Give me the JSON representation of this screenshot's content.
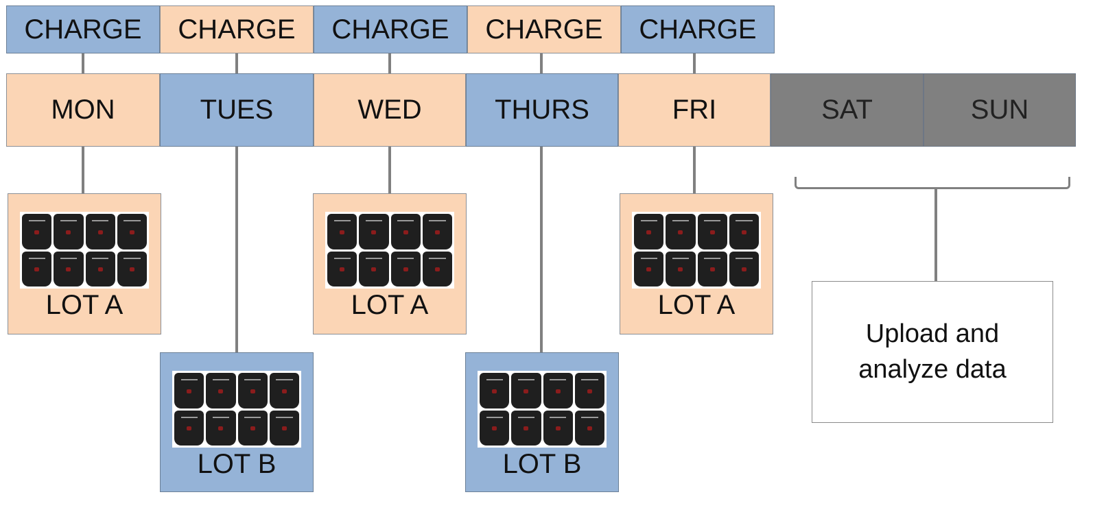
{
  "charge_boxes": [
    {
      "label": "CHARGE"
    },
    {
      "label": "CHARGE"
    },
    {
      "label": "CHARGE"
    },
    {
      "label": "CHARGE"
    },
    {
      "label": "CHARGE"
    }
  ],
  "days": [
    {
      "label": "MON"
    },
    {
      "label": "TUES"
    },
    {
      "label": "WED"
    },
    {
      "label": "THURS"
    },
    {
      "label": "FRI"
    },
    {
      "label": "SAT"
    },
    {
      "label": "SUN"
    }
  ],
  "lots": [
    {
      "label": "LOT A"
    },
    {
      "label": "LOT B"
    },
    {
      "label": "LOT A"
    },
    {
      "label": "LOT B"
    },
    {
      "label": "LOT A"
    }
  ],
  "weekend_task": {
    "line1": "Upload and",
    "line2": "analyze data"
  },
  "colors": {
    "peach": "#fbd5b5",
    "blue": "#95b3d7",
    "gray": "#808080"
  },
  "icons": {
    "device": "black-data-logger-device-icon"
  }
}
